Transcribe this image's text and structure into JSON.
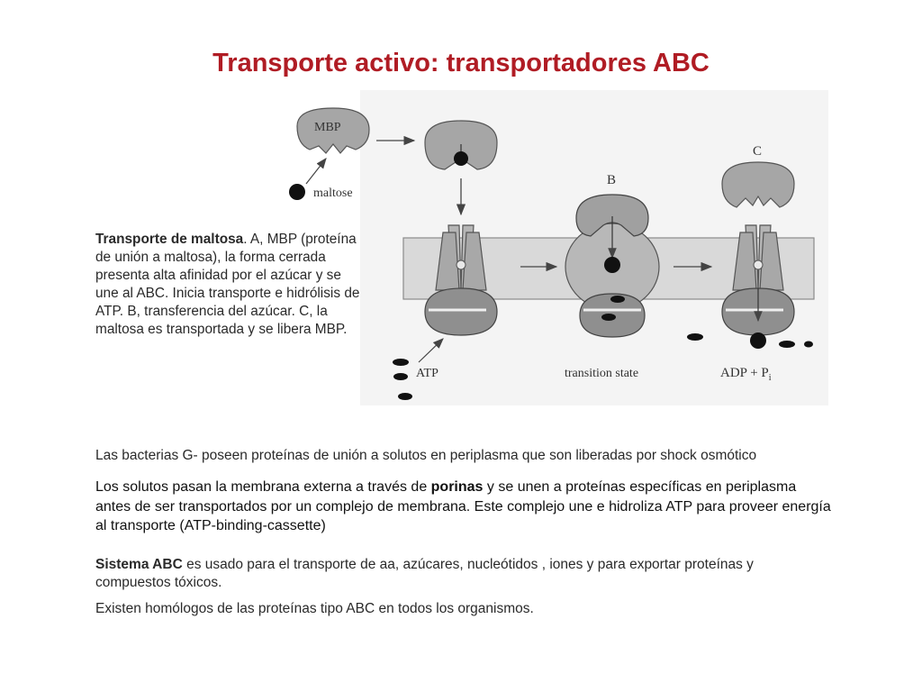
{
  "title": "Transporte activo: transportadores ABC",
  "diagram": {
    "labels": {
      "mbp": "MBP",
      "maltose": "maltose",
      "b": "B",
      "c": "C",
      "atp": "ATP",
      "transition": "transition state",
      "adp": "ADP + P",
      "adp_sub": "i"
    }
  },
  "caption": {
    "bold": "Transporte de maltosa",
    "text": ". A, MBP (proteína de unión a maltosa), la forma cerrada presenta alta afinidad por el azúcar y se une al ABC. Inicia transporte e hidrólisis de ATP. B, transferencia del azúcar. C, la maltosa es transportada y se libera MBP."
  },
  "para1": "Las bacterias G-  poseen proteínas de unión a solutos en periplasma que son liberadas por shock osmótico",
  "para2": {
    "before": "Los solutos pasan la membrana externa a través de ",
    "bold": "porinas",
    "after": " y se unen a proteínas específicas en periplasma antes de ser transportados por un complejo de membrana. Este complejo une e hidroliza ATP para proveer energía al transporte (ATP-binding-cassette)"
  },
  "para3": {
    "bold": "Sistema ABC",
    "after": " es usado para el  transporte de aa, azúcares, nucleótidos , iones y para exportar proteínas y compuestos tóxicos."
  },
  "para4": "Existen homólogos de las proteínas tipo ABC en todos los organismos."
}
